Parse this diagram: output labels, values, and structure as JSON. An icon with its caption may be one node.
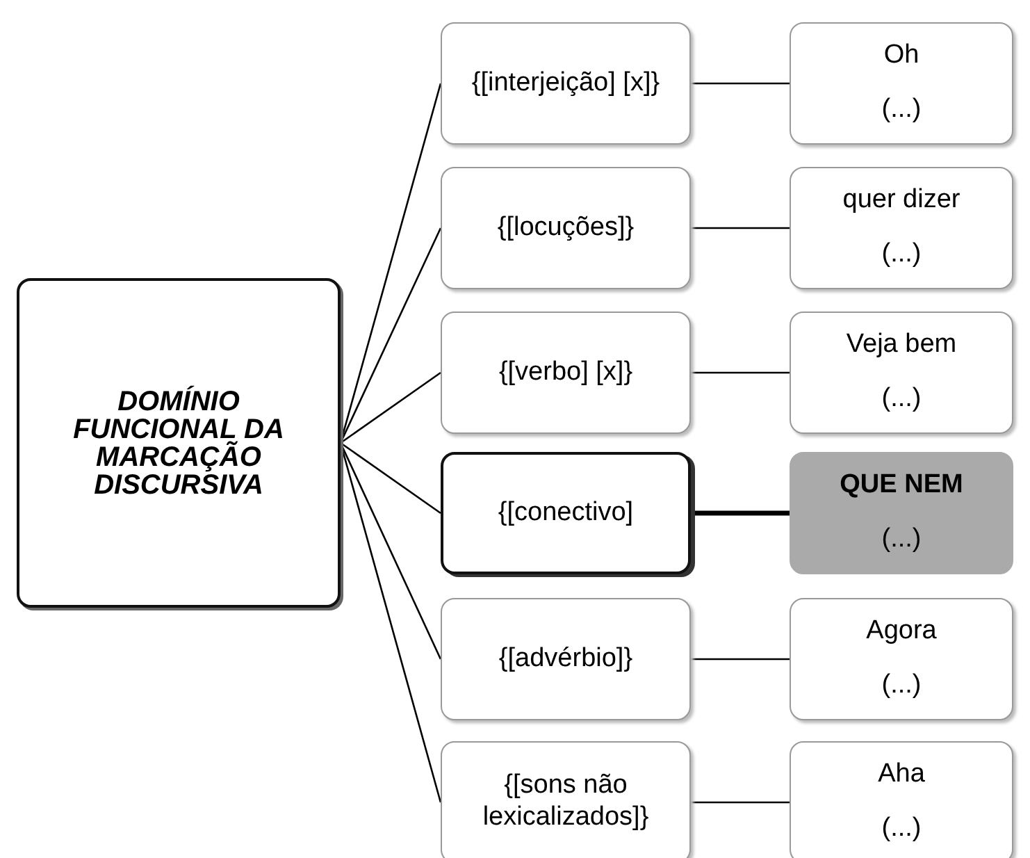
{
  "diagram": {
    "nodes": [
      {
        "text": [
          "DOMÍNIO FUNCIONAL DA MARCAÇÃO DISCURSIVA"
        ]
      },
      {
        "text": [
          "{[interjeição] [x]}"
        ]
      },
      {
        "text": [
          "Oh",
          "(...)"
        ]
      },
      {
        "text": [
          "{[locuções]}"
        ]
      },
      {
        "text": [
          "quer dizer",
          "(...)"
        ]
      },
      {
        "text": [
          "{[verbo] [x]}"
        ]
      },
      {
        "text": [
          "Veja bem",
          "(...)"
        ]
      },
      {
        "text": [
          "{[conectivo]"
        ]
      },
      {
        "text": [
          "QUE NEM",
          "(...)"
        ]
      },
      {
        "text": [
          "{[advérbio]}"
        ]
      },
      {
        "text": [
          "Agora",
          "(...)"
        ]
      },
      {
        "text": [
          "{[sons não lexicalizados]}"
        ]
      },
      {
        "text": [
          "Aha",
          "(...)"
        ]
      }
    ],
    "edges": [
      {
        "from": 0,
        "to": 1,
        "arrow": "none"
      },
      {
        "from": 0,
        "to": 3,
        "arrow": "none"
      },
      {
        "from": 0,
        "to": 5,
        "arrow": "none"
      },
      {
        "from": 0,
        "to": 7,
        "arrow": "none"
      },
      {
        "from": 0,
        "to": 9,
        "arrow": "none"
      },
      {
        "from": 0,
        "to": 11,
        "arrow": "none"
      },
      {
        "from": 1,
        "to": 2,
        "arrow": "none"
      },
      {
        "from": 3,
        "to": 4,
        "arrow": "none"
      },
      {
        "from": 5,
        "to": 6,
        "arrow": "none"
      },
      {
        "from": 7,
        "to": 8,
        "arrow": "none",
        "style": "thick"
      },
      {
        "from": 9,
        "to": 10,
        "arrow": "none"
      },
      {
        "from": 11,
        "to": 12,
        "arrow": "none"
      }
    ]
  }
}
